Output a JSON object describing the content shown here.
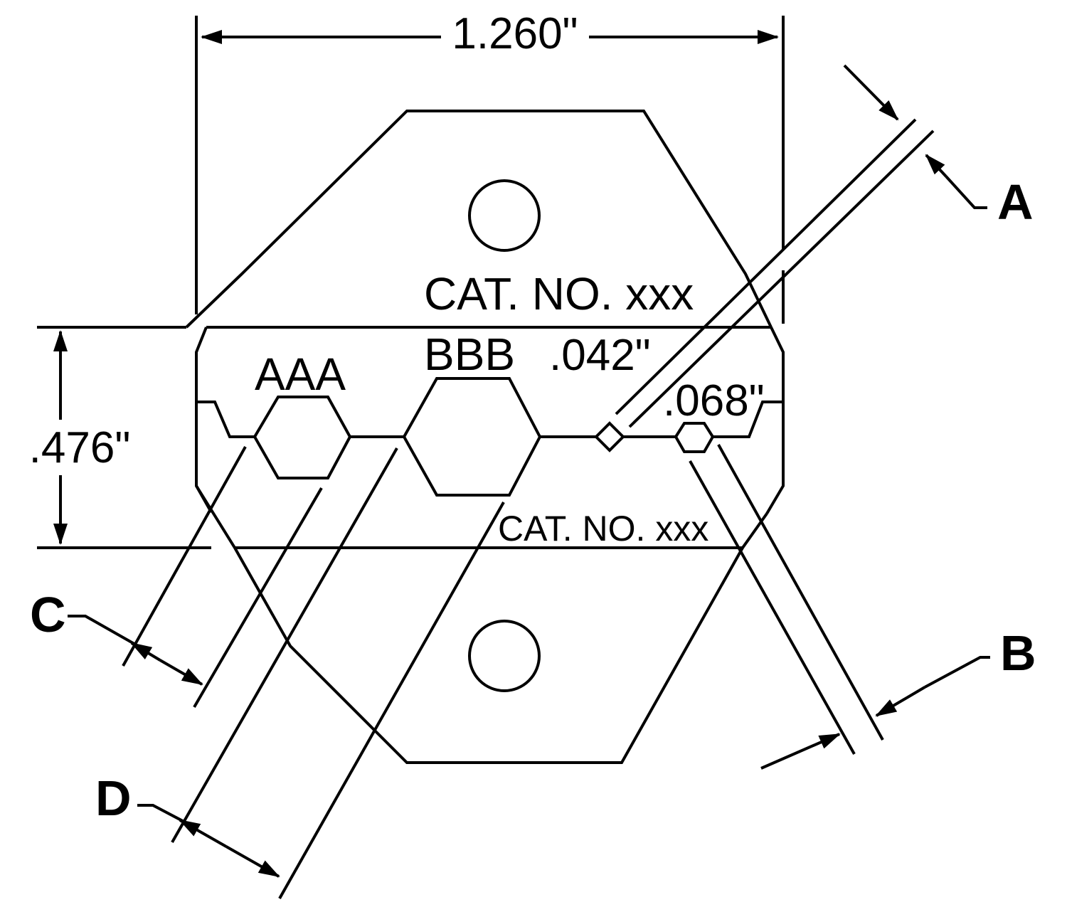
{
  "dimensions": {
    "width": "1.260\"",
    "height": ".476\"",
    "slot_small": ".042\"",
    "slot_tiny": ".068\""
  },
  "labels": {
    "cat_no_top": "CAT. NO. xxx",
    "cat_no_bottom": "CAT. NO. xxx",
    "cavity_aaa": "AAA",
    "cavity_bbb": "BBB"
  },
  "callouts": {
    "a": "A",
    "b": "B",
    "c": "C",
    "d": "D"
  }
}
